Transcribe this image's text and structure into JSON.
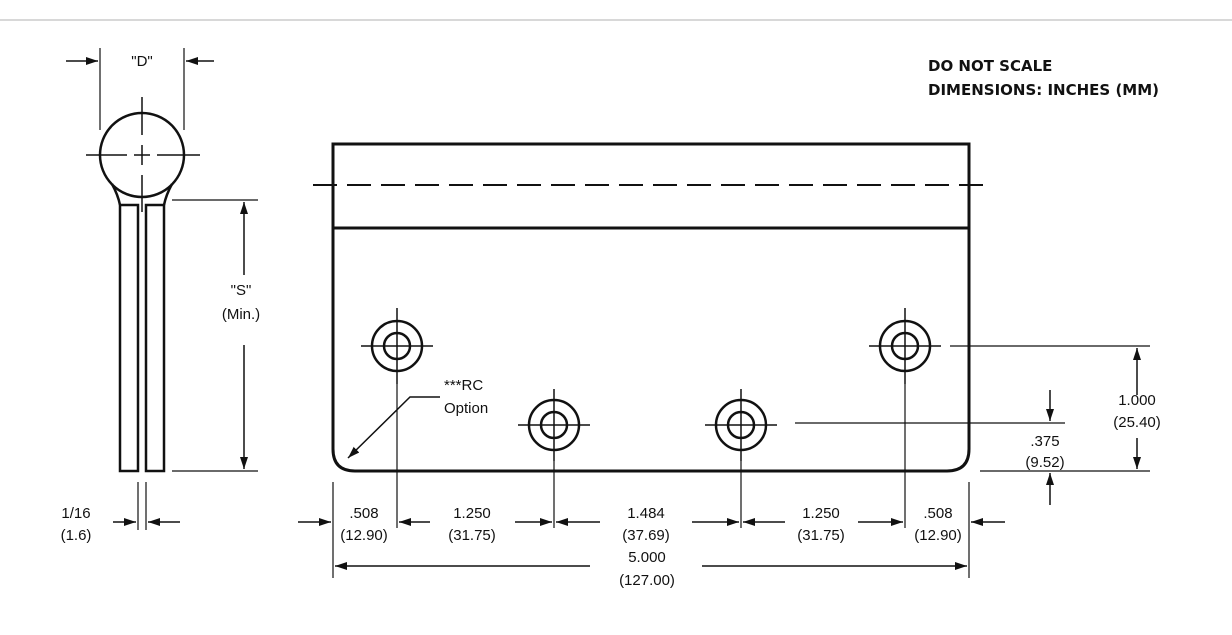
{
  "notes": {
    "line1": "DO NOT SCALE",
    "line2": "DIMENSIONS: INCHES (MM)"
  },
  "side_view": {
    "diameter_label": "\"D\"",
    "slot_label": "\"S\"",
    "slot_sub": "(Min.)",
    "thickness_in": "1/16",
    "thickness_mm": "(1.6)"
  },
  "front_view": {
    "rc_label_1": "***RC",
    "rc_label_2": "Option",
    "height_in": "1.000",
    "height_mm": "(25.40)",
    "offset_in": ".375",
    "offset_mm": "(9.52)",
    "dims": [
      {
        "inch": ".508",
        "mm": "(12.90)"
      },
      {
        "inch": "1.250",
        "mm": "(31.75)"
      },
      {
        "inch": "1.484",
        "mm": "(37.69)"
      },
      {
        "inch": "1.250",
        "mm": "(31.75)"
      },
      {
        "inch": ".508",
        "mm": "(12.90)"
      }
    ],
    "overall_in": "5.000",
    "overall_mm": "(127.00)"
  },
  "colors": {
    "line": "#111111",
    "rule": "#cccccc",
    "background": "#ffffff"
  }
}
